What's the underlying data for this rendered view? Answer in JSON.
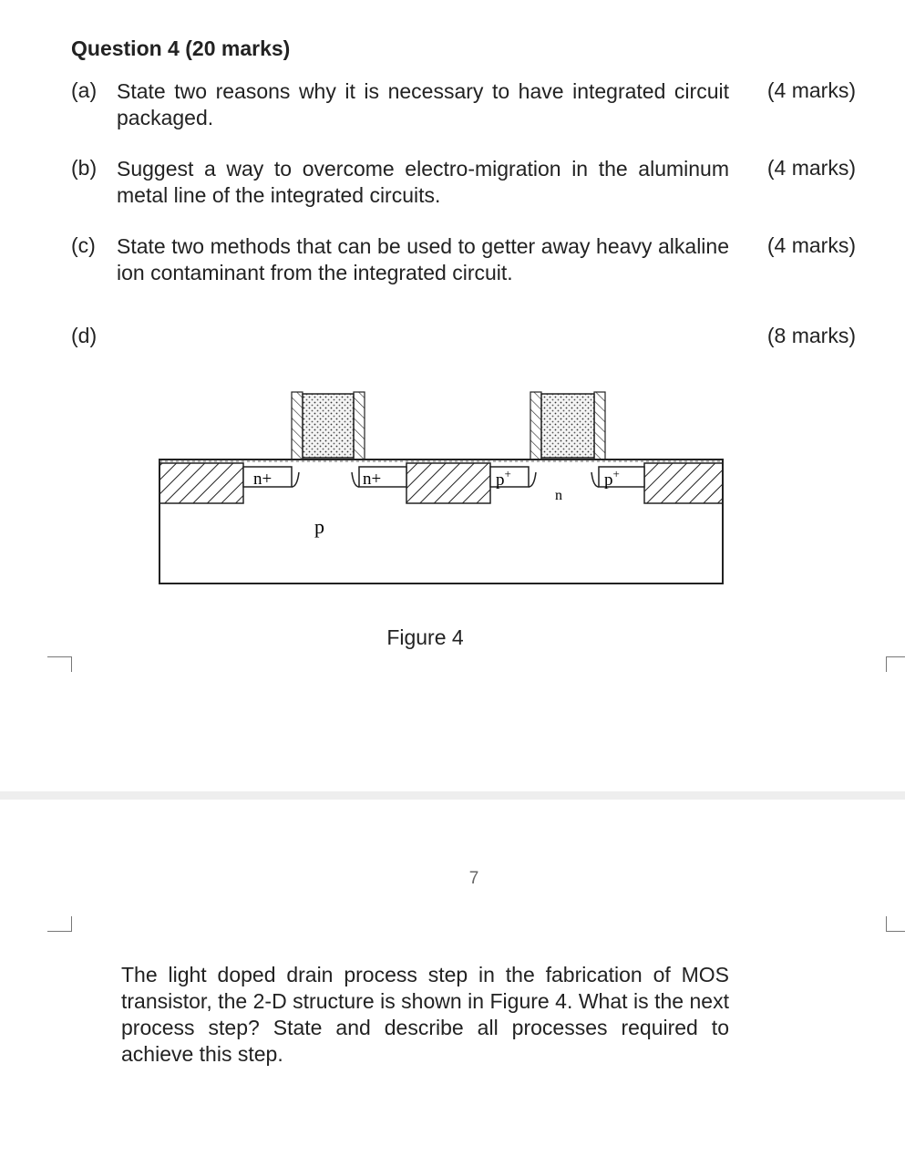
{
  "question": {
    "title": "Question 4 (20 marks)",
    "parts": [
      {
        "label": "(a)",
        "text": "State two reasons why it is necessary to have integrated circuit packaged.",
        "marks": "(4 marks)"
      },
      {
        "label": "(b)",
        "text": "Suggest a way to overcome electro-migration in the aluminum metal line of the integrated circuits.",
        "marks": "(4 marks)"
      },
      {
        "label": "(c)",
        "text": "State two methods that can be used to getter away heavy alkaline ion contaminant from the integrated circuit.",
        "marks": "(4 marks)"
      },
      {
        "label": "(d)",
        "text": "",
        "marks": "(8 marks)"
      }
    ]
  },
  "figure": {
    "caption": "Figure 4",
    "labels": {
      "n_plus": "n+",
      "p_plus": "p",
      "plus_sup": "+",
      "n": "n",
      "p": "p"
    }
  },
  "page": {
    "number": "7"
  },
  "part_d_text": "The light doped drain process step in the fabrication of MOS transistor, the 2-D structure is shown in Figure 4. What is the next process step? State and describe all processes required to achieve this step."
}
